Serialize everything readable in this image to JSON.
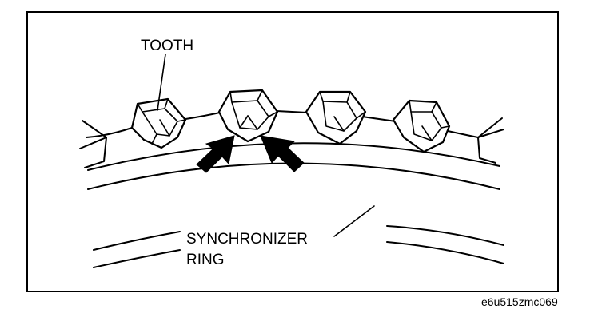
{
  "labels": {
    "tooth": "TOOTH",
    "ring_line1": "SYNCHRONIZER",
    "ring_line2": "RING",
    "figure_code": "e6u515zmc069"
  }
}
